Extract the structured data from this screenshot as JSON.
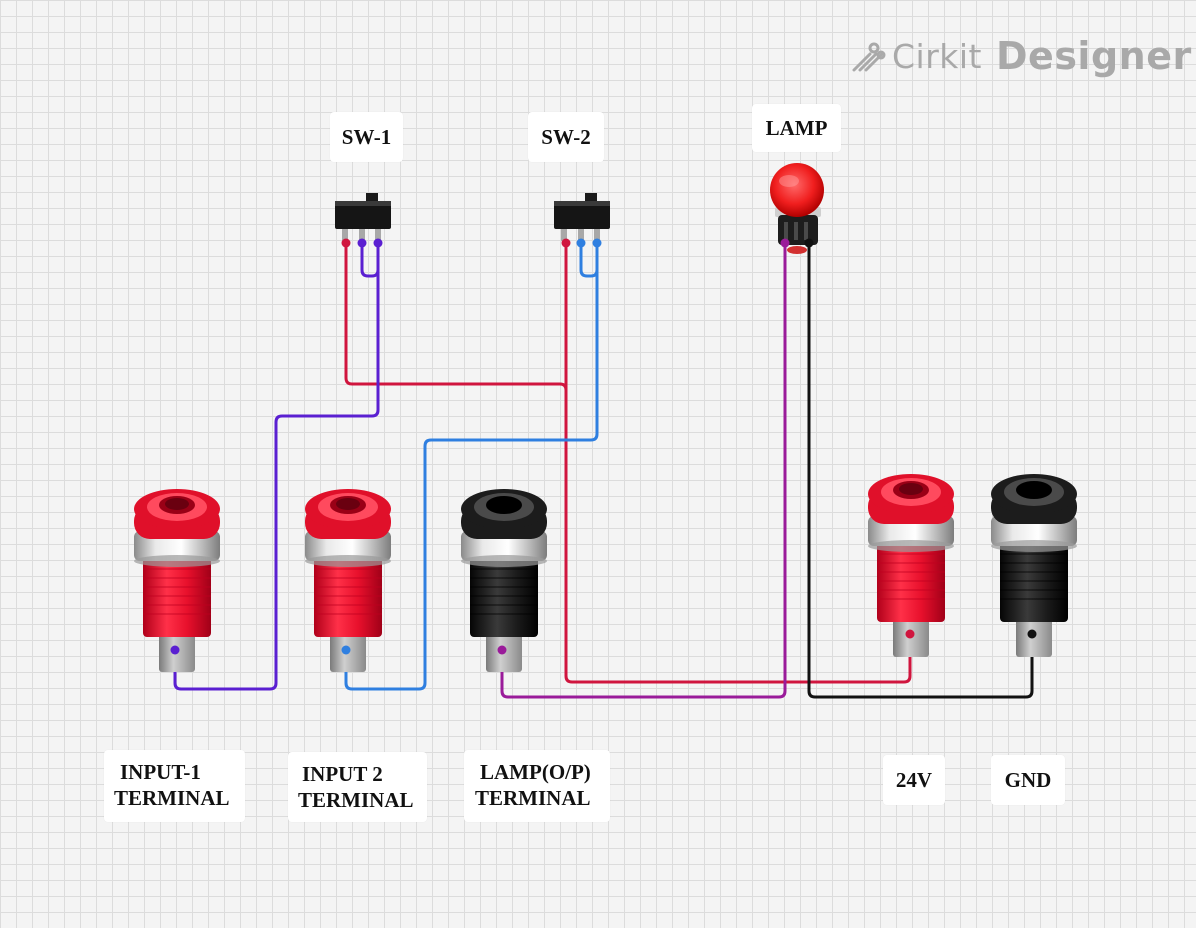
{
  "logo": {
    "brand": "Cirkit",
    "product": "Designer",
    "icon": "cirkit-logo-icon"
  },
  "labels": {
    "sw1": "SW-1",
    "sw2": "SW-2",
    "lamp": "LAMP",
    "input1_line1": "INPUT-1",
    "input1_line2": "TERMINAL",
    "input2_line1": "INPUT 2",
    "input2_line2": "TERMINAL",
    "lampop_line1": "LAMP(O/P)",
    "lampop_line2": "TERMINAL",
    "v24": "24V",
    "gnd": "GND"
  },
  "colors": {
    "wire_red": "#d0153e",
    "wire_violet": "#5a1fd1",
    "wire_blue": "#2f7fe0",
    "wire_purple": "#9a1b9a",
    "wire_black": "#111111",
    "terminal_red": "#e0102a",
    "terminal_black": "#1c1c1c",
    "lamp_red": "#f01e1e"
  },
  "components": [
    {
      "id": "sw1",
      "type": "slide-switch"
    },
    {
      "id": "sw2",
      "type": "slide-switch"
    },
    {
      "id": "lamp",
      "type": "indicator-lamp",
      "color": "red"
    },
    {
      "id": "input1",
      "type": "banana-terminal",
      "color": "red"
    },
    {
      "id": "input2",
      "type": "banana-terminal",
      "color": "red"
    },
    {
      "id": "lampop",
      "type": "banana-terminal",
      "color": "black"
    },
    {
      "id": "v24",
      "type": "banana-terminal",
      "color": "red"
    },
    {
      "id": "gnd",
      "type": "banana-terminal",
      "color": "black"
    }
  ],
  "connections": [
    {
      "from": "sw1.pin1",
      "to": "v24.pin",
      "color": "wire_red"
    },
    {
      "from": "sw1.pin2",
      "to": "sw1.pin3",
      "color": "wire_violet"
    },
    {
      "from": "sw1.pin3",
      "to": "input1.pin",
      "color": "wire_violet"
    },
    {
      "from": "sw2.pin1",
      "to": "v24.pin",
      "color": "wire_red"
    },
    {
      "from": "sw2.pin2",
      "to": "sw2.pin3",
      "color": "wire_blue"
    },
    {
      "from": "sw2.pin3",
      "to": "input2.pin",
      "color": "wire_blue"
    },
    {
      "from": "lamp.pin1",
      "to": "lampop.pin",
      "color": "wire_purple"
    },
    {
      "from": "lamp.pin2",
      "to": "gnd.pin",
      "color": "wire_black"
    }
  ]
}
